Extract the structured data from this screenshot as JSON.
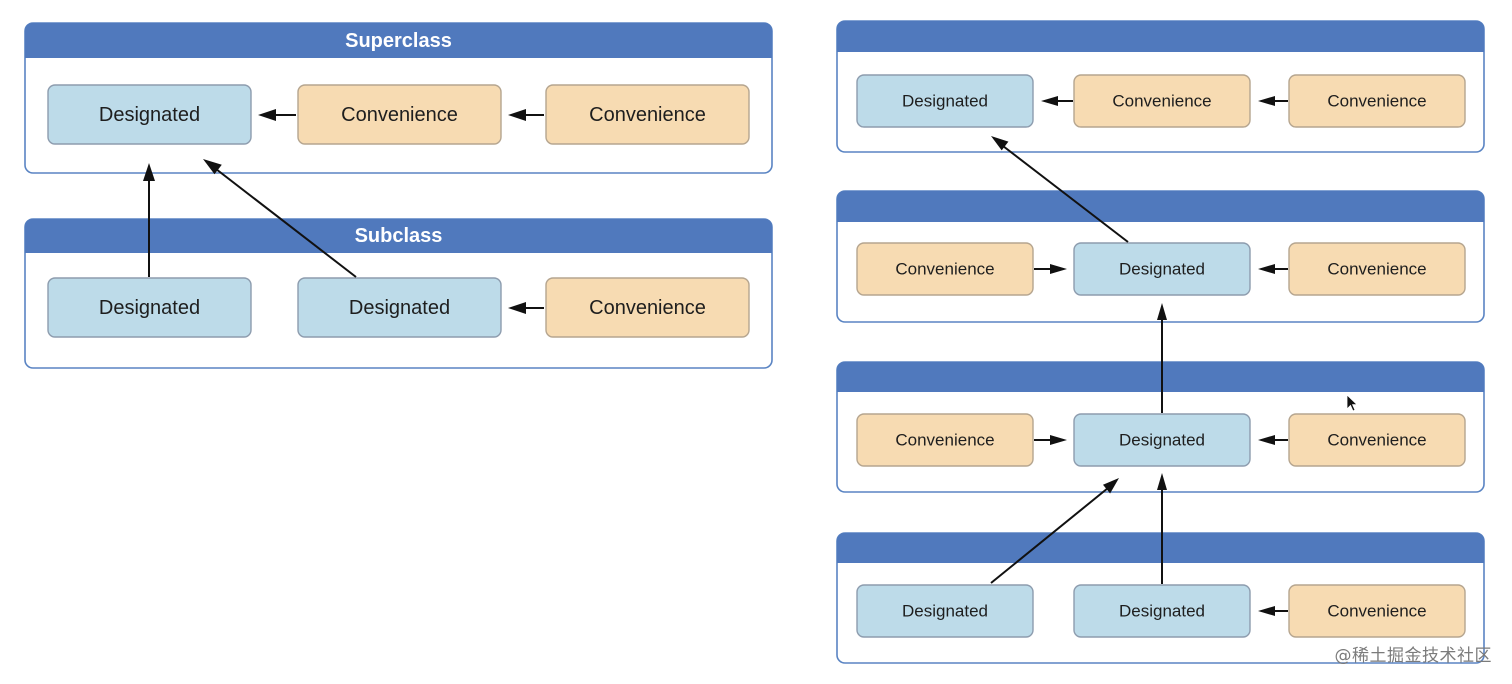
{
  "left": {
    "superclass": {
      "title": "Superclass",
      "nodes": [
        "Designated",
        "Convenience",
        "Convenience"
      ]
    },
    "subclass": {
      "title": "Subclass",
      "nodes": [
        "Designated",
        "Designated",
        "Convenience"
      ]
    }
  },
  "right": {
    "levels": [
      {
        "title": "",
        "nodes": [
          "Designated",
          "Convenience",
          "Convenience"
        ]
      },
      {
        "title": "",
        "nodes": [
          "Convenience",
          "Designated",
          "Convenience"
        ]
      },
      {
        "title": "",
        "nodes": [
          "Convenience",
          "Designated",
          "Convenience"
        ]
      },
      {
        "title": "",
        "nodes": [
          "Designated",
          "Designated",
          "Convenience"
        ]
      }
    ]
  },
  "watermark": "@稀土掘金技术社区",
  "colors": {
    "header": "#5079bd",
    "border": "#5a84c3",
    "designated_fill": "#bddbe9",
    "convenience_fill": "#f7dbb2",
    "arrow": "#111111"
  }
}
